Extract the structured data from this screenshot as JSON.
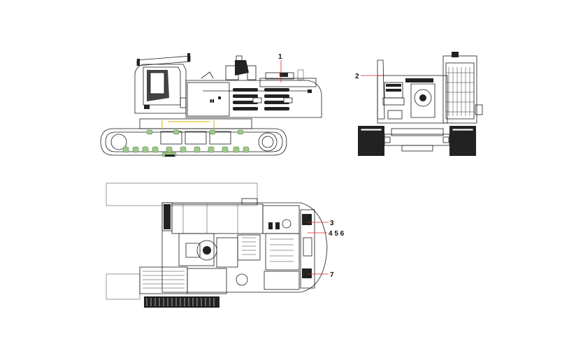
{
  "callouts": {
    "c1": "1",
    "c2": "2",
    "c3": "3",
    "c456": "4 5 6",
    "c7": "7"
  },
  "colors": {
    "leader": "#dd2222",
    "line": "#1a1a1a",
    "undercarriage_highlight": "#9fc98a"
  }
}
